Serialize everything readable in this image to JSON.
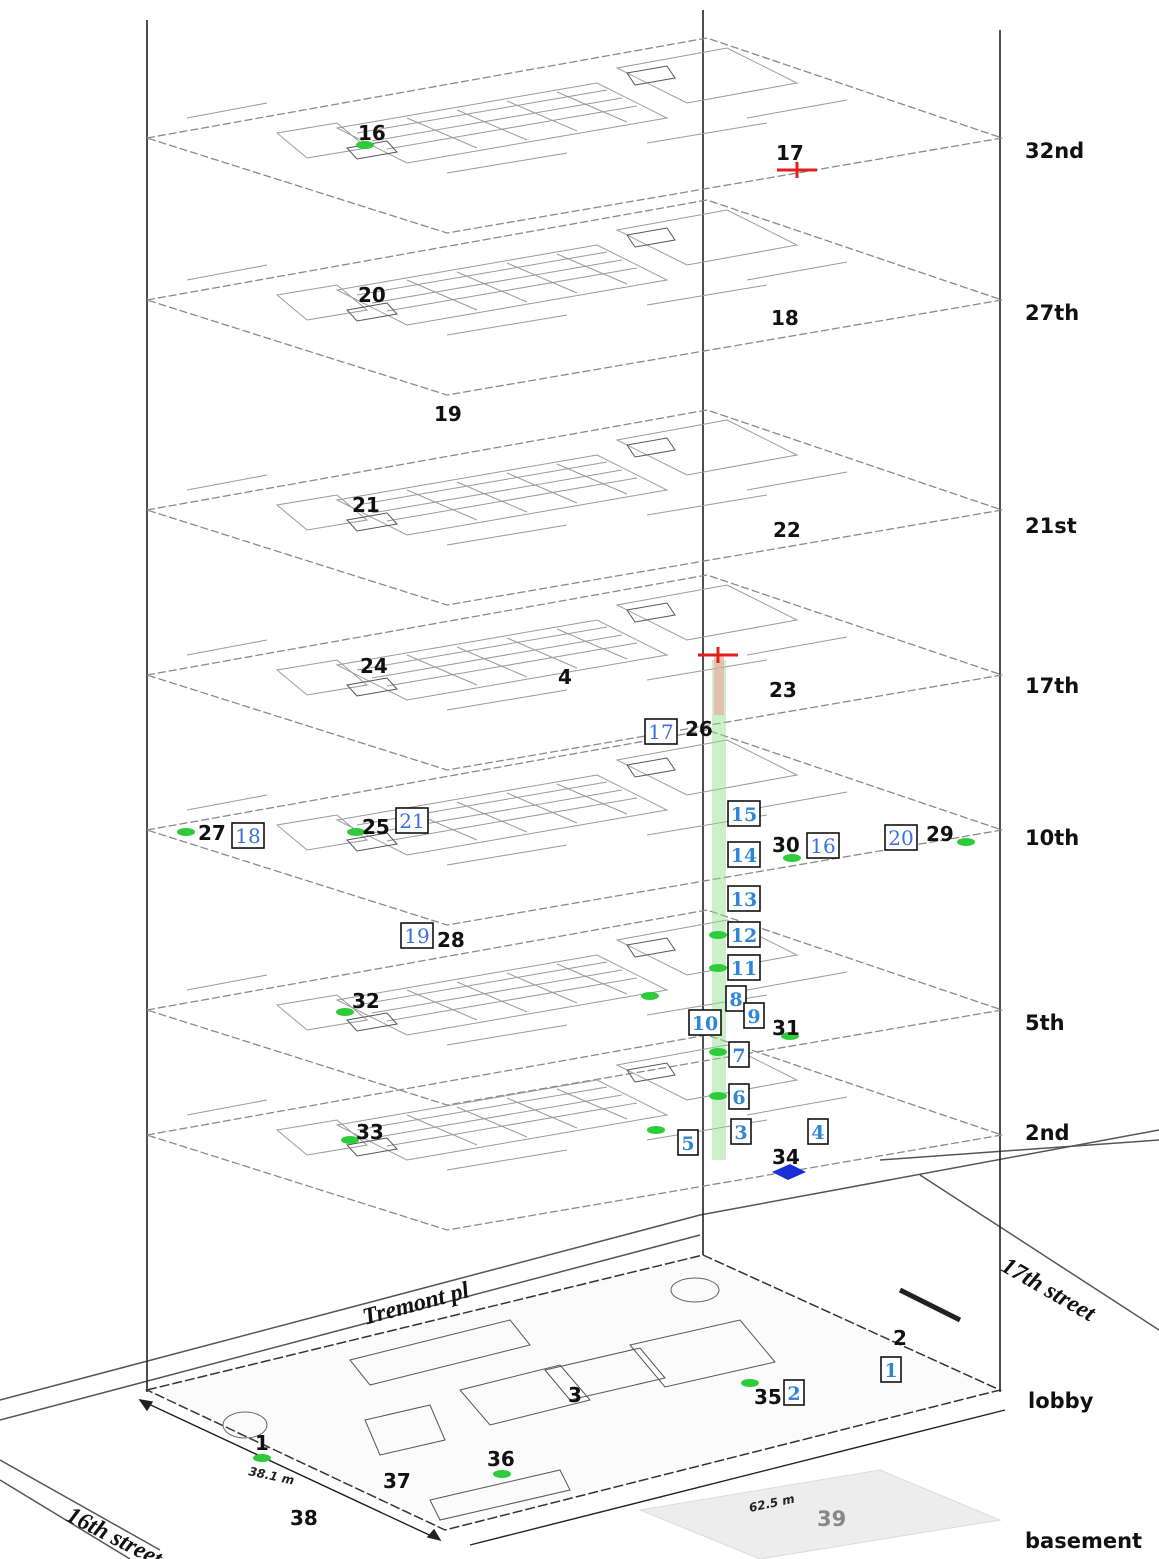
{
  "floors": [
    {
      "label": "32nd"
    },
    {
      "label": "27th"
    },
    {
      "label": "21st"
    },
    {
      "label": "17th"
    },
    {
      "label": "10th"
    },
    {
      "label": "5th"
    },
    {
      "label": "2nd"
    },
    {
      "label": "lobby"
    },
    {
      "label": "basement"
    }
  ],
  "streets": {
    "tremont": "Tremont pl",
    "seventeenth": "17th street",
    "sixteenth": "16th street"
  },
  "dimensions": {
    "width": "38.1 m",
    "length": "62.5 m"
  },
  "markers": [
    "1",
    "2",
    "3",
    "4",
    "16",
    "17",
    "18",
    "19",
    "20",
    "21",
    "22",
    "23",
    "24",
    "25",
    "26",
    "27",
    "28",
    "29",
    "30",
    "31",
    "32",
    "33",
    "34",
    "35",
    "36",
    "37",
    "38",
    "39"
  ],
  "boxed_labels": [
    "1",
    "2",
    "3",
    "4",
    "5",
    "6",
    "7",
    "8",
    "9",
    "10",
    "11",
    "12",
    "13",
    "14",
    "15",
    "16",
    "17",
    "18",
    "19",
    "20",
    "21"
  ],
  "colors": {
    "green_marker": "#2ecc3a",
    "red_marker": "#e0201a",
    "blue_marker": "#1a2ed8",
    "box_text": "#2f86d4",
    "box_text_alt": "#3b6fe0"
  }
}
